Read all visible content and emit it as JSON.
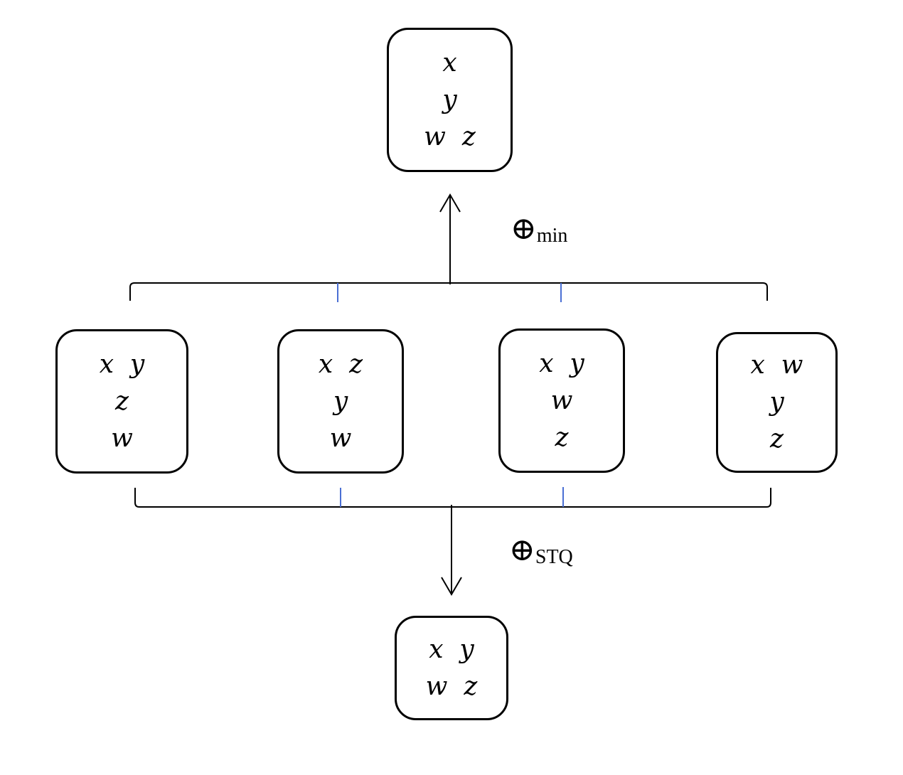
{
  "boxes": {
    "top": {
      "rows": [
        "x",
        "y",
        "w  z"
      ]
    },
    "mid": [
      {
        "rows": [
          "x  y",
          "z",
          "w"
        ]
      },
      {
        "rows": [
          "x  z",
          "y",
          "w"
        ]
      },
      {
        "rows": [
          "x  y",
          "w",
          "z"
        ]
      },
      {
        "rows": [
          "x  w",
          "y",
          "z"
        ]
      }
    ],
    "bottom": {
      "rows": [
        "x  y",
        "w  z"
      ]
    }
  },
  "operators": {
    "upper": {
      "symbol": "⊕",
      "subscript": "min"
    },
    "lower": {
      "symbol": "⊕",
      "subscript": "STQ"
    }
  },
  "colors": {
    "stroke": "#000000",
    "tick": "#4a6fd4"
  }
}
